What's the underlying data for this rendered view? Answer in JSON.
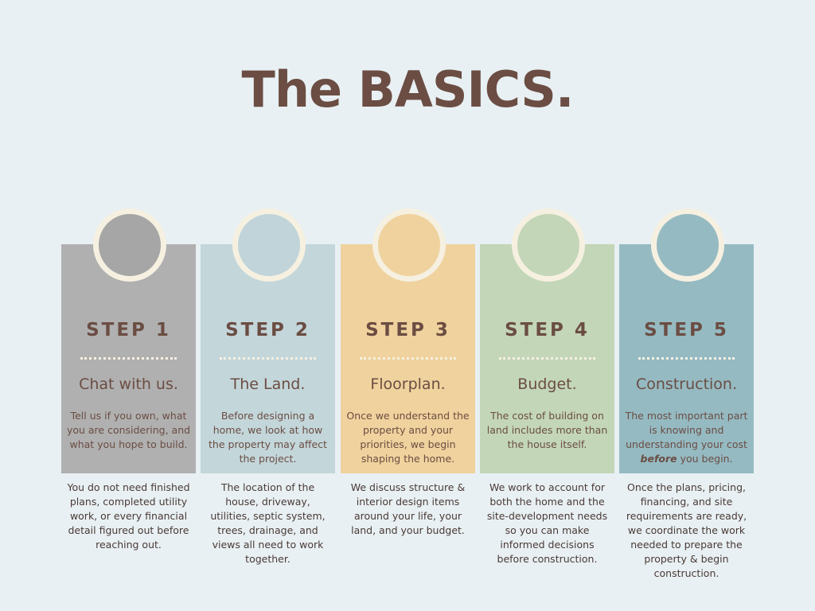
{
  "title": "The BASICS.",
  "colors": {
    "background": "#e8f0f3",
    "title": "#6b4d43",
    "circle_ring": "#f6f0e1"
  },
  "steps": [
    {
      "label": "STEP 1",
      "heading": "Chat with us.",
      "description": "Tell us if you own, what you are considering, and what you hope to build.",
      "detail": "You do not need finished plans, completed utility work, or every financial detail figured out before reaching out.",
      "card_color": "#b0b0b0",
      "circle_color": "#a6a6a6"
    },
    {
      "label": "STEP 2",
      "heading": "The Land.",
      "description": "Before designing a home, we look at how the property may affect the project.",
      "detail": "The location of the house, driveway, utilities, septic system, trees, drainage, and views all need to work together.",
      "card_color": "#c3d6da",
      "circle_color": "#c0d4d9"
    },
    {
      "label": "STEP 3",
      "heading": "Floorplan.",
      "description": "Once we understand the property and your priorities, we begin shaping the home.",
      "detail": "We discuss structure & interior design items around your life, your land, and your budget.",
      "card_color": "#efd29d",
      "circle_color": "#efd29d"
    },
    {
      "label": "STEP 4",
      "heading": "Budget.",
      "description": "The cost of building on land includes more than the house itself.",
      "detail": "We work to account for both the home and the site-development needs so you can make informed decisions before construction.",
      "card_color": "#c3d6b8",
      "circle_color": "#c3d6b8"
    },
    {
      "label": "STEP 5",
      "heading": "Construction.",
      "description_before": "The most important part is knowing and understanding your cost ",
      "description_emphasis": "before",
      "description_after": " you begin.",
      "detail": "Once the plans, pricing, financing, and site requirements are ready, we coordinate the work needed to prepare the property & begin construction.",
      "card_color": "#95bac2",
      "circle_color": "#95bac2"
    }
  ]
}
